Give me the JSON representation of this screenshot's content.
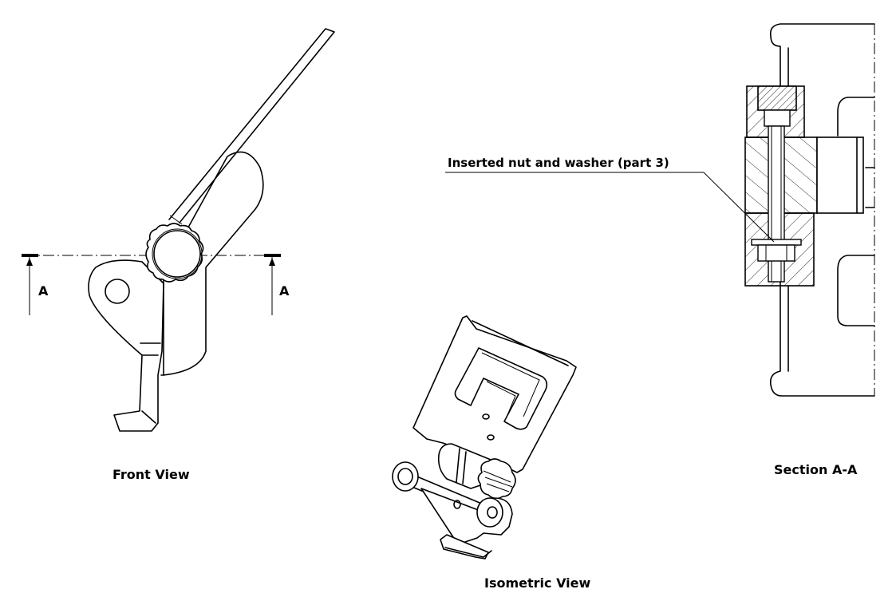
{
  "views": {
    "front": {
      "caption": "Front View",
      "section_marker_left": "A",
      "section_marker_right": "A"
    },
    "isometric": {
      "caption": "Isometric View"
    },
    "section": {
      "caption": "Section A-A",
      "callout": "Inserted nut and washer (part 3)"
    }
  }
}
